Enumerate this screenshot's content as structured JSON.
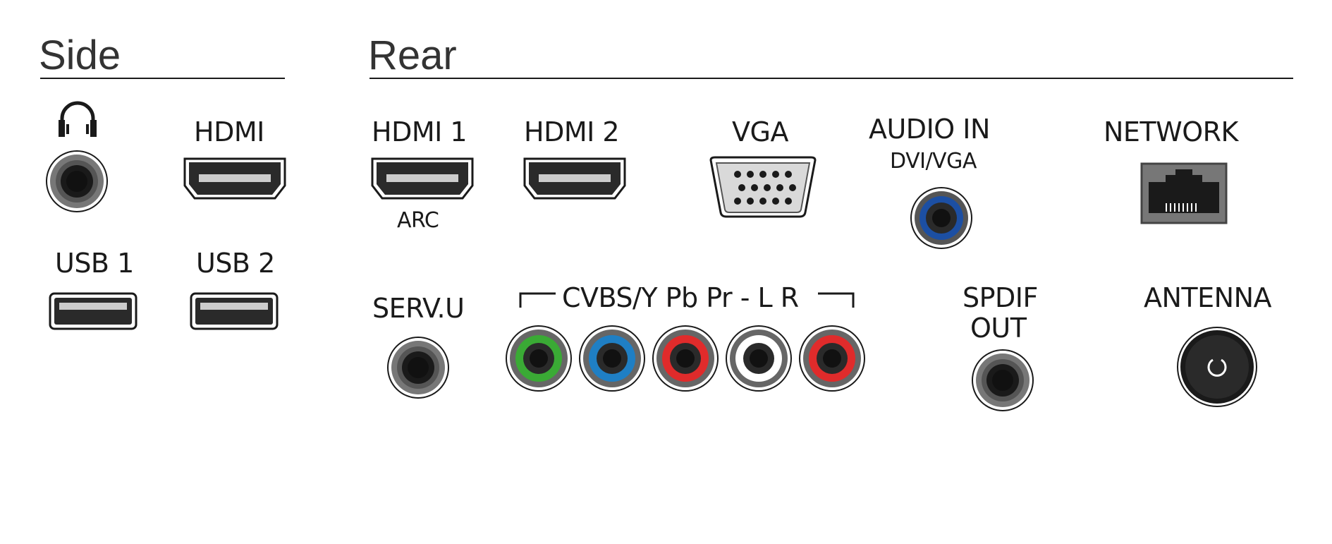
{
  "sections": {
    "side": "Side",
    "rear": "Rear"
  },
  "side": {
    "hdmi": "HDMI",
    "usb1": "USB 1",
    "usb2": "USB 2"
  },
  "rear": {
    "hdmi1": "HDMI 1",
    "hdmi1_sub": "ARC",
    "hdmi2": "HDMI 2",
    "vga": "VGA",
    "audio_in": "AUDIO IN",
    "audio_in_sub": "DVI/VGA",
    "network": "NETWORK",
    "servu": "SERV.U",
    "cvbs": "CVBS/Y Pb Pr - L R",
    "spdif_line1": "SPDIF",
    "spdif_line2": "OUT",
    "antenna": "ANTENNA"
  },
  "colors": {
    "component_green": "#3aaa35",
    "component_blue": "#1f7fc4",
    "component_red": "#e02b2b",
    "audio_white": "#ffffff",
    "audio_red": "#e02b2b",
    "audio_in_blue": "#1c4fa3"
  },
  "icons": {
    "headphone": "headphones-icon"
  }
}
